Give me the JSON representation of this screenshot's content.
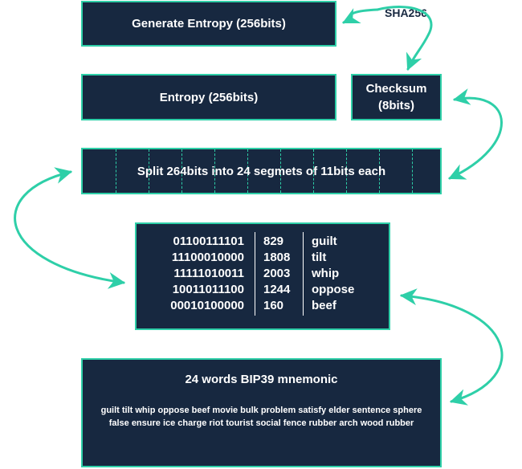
{
  "colors": {
    "box_fill": "#172840",
    "accent": "#2ecfa8",
    "text": "#ffffff"
  },
  "sha_label": "SHA256",
  "generate_label": "Generate Entropy (256bits)",
  "entropy_label": "Entropy (256bits)",
  "checksum": {
    "line1": "Checksum",
    "line2": "(8bits)"
  },
  "split_label": "Split 264bits into 24 segmets of 11bits each",
  "table": {
    "rows": [
      {
        "bits": "01100111101",
        "index": "829",
        "word": "guilt"
      },
      {
        "bits": "11100010000",
        "index": "1808",
        "word": "tilt"
      },
      {
        "bits": "11111010011",
        "index": "2003",
        "word": "whip"
      },
      {
        "bits": "10011011100",
        "index": "1244",
        "word": "oppose"
      },
      {
        "bits": "00010100000",
        "index": "160",
        "word": "beef"
      }
    ]
  },
  "mnemonic": {
    "title": "24 words BIP39 mnemonic",
    "words": "guilt tilt whip oppose beef movie bulk problem satisfy elder sentence sphere false ensure ice charge riot tourist social fence rubber arch wood rubber"
  }
}
